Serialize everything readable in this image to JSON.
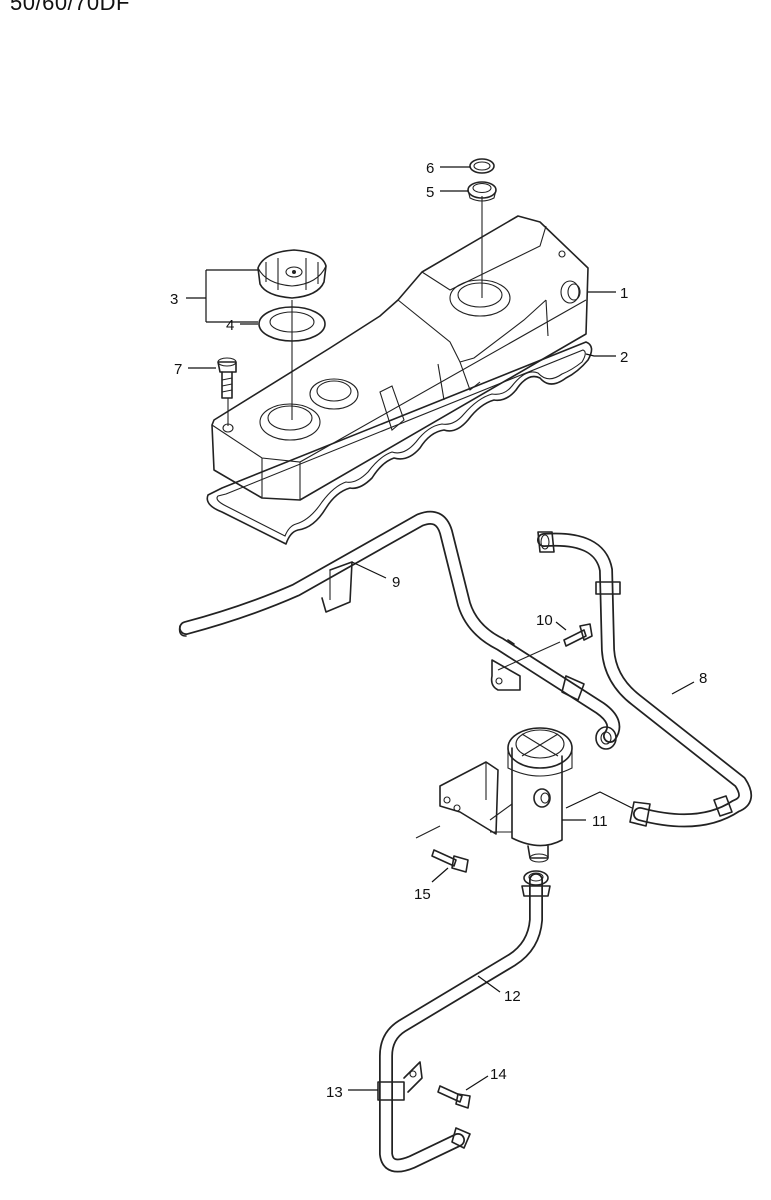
{
  "header": {
    "model_code": "50/60/70DF"
  },
  "callouts": {
    "c1": "1",
    "c2": "2",
    "c3": "3",
    "c4": "4",
    "c5": "5",
    "c6": "6",
    "c7": "7",
    "c8": "8",
    "c9": "9",
    "c10": "10",
    "c11": "11",
    "c12": "12",
    "c13": "13",
    "c14": "14",
    "c15": "15"
  }
}
